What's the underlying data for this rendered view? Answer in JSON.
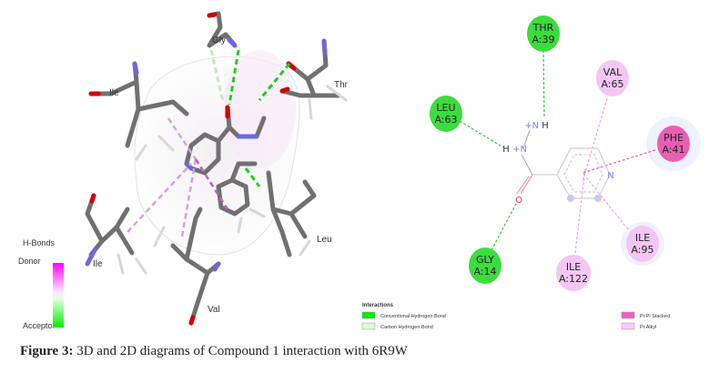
{
  "view3d": {
    "residue_labels": {
      "gly": "Gly",
      "ile_top": "Ile",
      "thr": "Thr",
      "leu": "Leu",
      "ile_bottom": "Ile",
      "val": "Val"
    },
    "hbond_legend": {
      "title": "H-Bonds",
      "donor": "Donor",
      "acceptor": "Acceptor",
      "colors": {
        "donor": "#ff00ff",
        "acceptor": "#00ee00"
      }
    }
  },
  "view2d": {
    "residues": [
      {
        "id": "thr39",
        "name": "THR",
        "chain": "A:39",
        "type": "Conventional Hydrogen Bond",
        "color": "#3ddc3d"
      },
      {
        "id": "leu63",
        "name": "LEU",
        "chain": "A:63",
        "type": "Conventional Hydrogen Bond",
        "color": "#3ddc3d"
      },
      {
        "id": "gly14",
        "name": "GLY",
        "chain": "A:14",
        "type": "Conventional Hydrogen Bond",
        "color": "#3ddc3d"
      },
      {
        "id": "val65",
        "name": "VAL",
        "chain": "A:65",
        "type": "Pi-Alkyl",
        "color": "#f4c6f4"
      },
      {
        "id": "phe41",
        "name": "PHE",
        "chain": "A:41",
        "type": "Pi-Pi Stacked",
        "color": "#e85fb4"
      },
      {
        "id": "ile95",
        "name": "ILE",
        "chain": "A:95",
        "type": "Pi-Alkyl",
        "color": "#f4c6f4"
      },
      {
        "id": "ile122",
        "name": "ILE",
        "chain": "A:122",
        "type": "Pi-Alkyl",
        "color": "#f4c6f4"
      }
    ],
    "atoms": {
      "n_upper": "+N",
      "h_upper": "H",
      "n_lower": "+N",
      "h_lower": "H",
      "oxygen": "O",
      "ring_n": "N"
    },
    "legend": {
      "title": "Interactions",
      "items": [
        {
          "label": "Conventional Hydrogen Bond",
          "color": "#00ee00"
        },
        {
          "label": "Carbon Hydrogen Bond",
          "color": "#dcf8dc"
        },
        {
          "label": "Pi-Pi Stacked",
          "color": "#f35fc0"
        },
        {
          "label": "Pi-Alkyl",
          "color": "#fcc8fc"
        }
      ]
    }
  },
  "caption": {
    "label": "Figure 3:",
    "text": " 3D and 2D diagrams of Compound 1 interaction with 6R9W"
  }
}
